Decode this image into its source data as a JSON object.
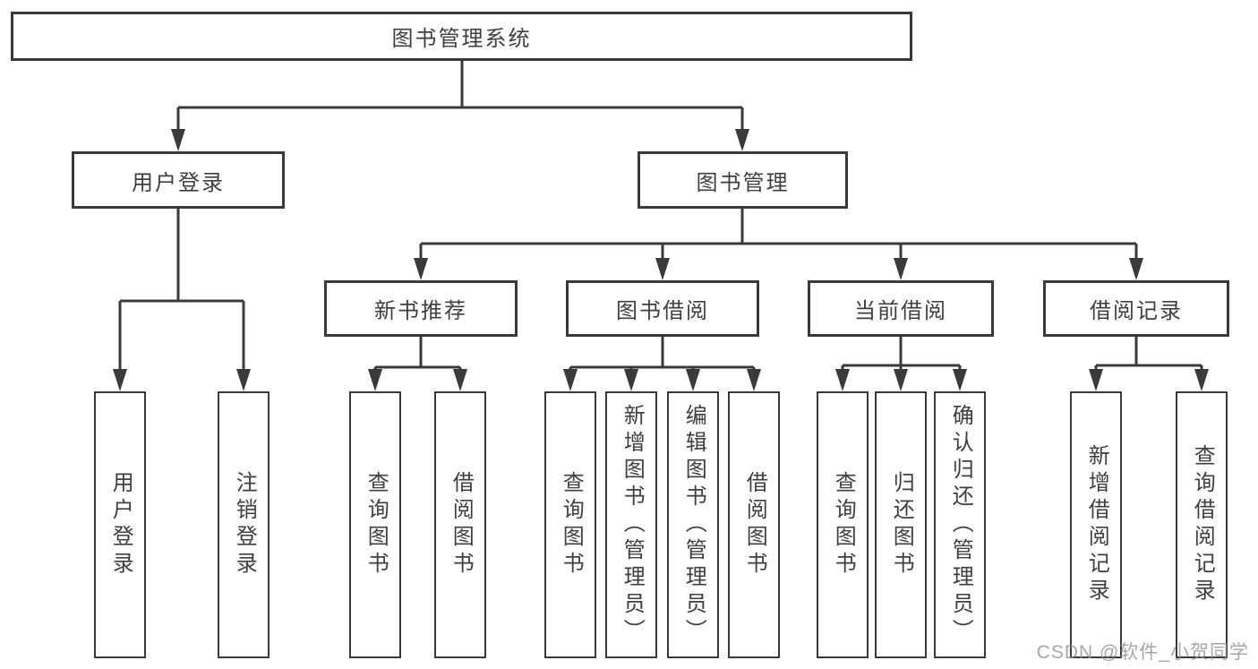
{
  "tree": {
    "root": {
      "label": "图书管理系统",
      "children": [
        {
          "label": "用户登录",
          "children": [
            {
              "label": "用户登录"
            },
            {
              "label": "注销登录"
            }
          ]
        },
        {
          "label": "图书管理",
          "children": [
            {
              "label": "新书推荐",
              "children": [
                {
                  "label": "查询图书"
                },
                {
                  "label": "借阅图书"
                }
              ]
            },
            {
              "label": "图书借阅",
              "children": [
                {
                  "label": "查询图书"
                },
                {
                  "label": "新增图书（管理员）"
                },
                {
                  "label": "编辑图书（管理员）"
                },
                {
                  "label": "借阅图书"
                }
              ]
            },
            {
              "label": "当前借阅",
              "children": [
                {
                  "label": "查询图书"
                },
                {
                  "label": "归还图书"
                },
                {
                  "label": "确认归还（管理员）"
                }
              ]
            },
            {
              "label": "借阅记录",
              "children": [
                {
                  "label": "新增借阅记录"
                },
                {
                  "label": "查询借阅记录"
                }
              ]
            }
          ]
        }
      ]
    }
  },
  "watermark": "CSDN @软件_小贺同学",
  "colors": {
    "line": "#3a3a3a",
    "text": "#3f3f3f",
    "watermark": "#8f8f8f",
    "background": "#ffffff"
  }
}
